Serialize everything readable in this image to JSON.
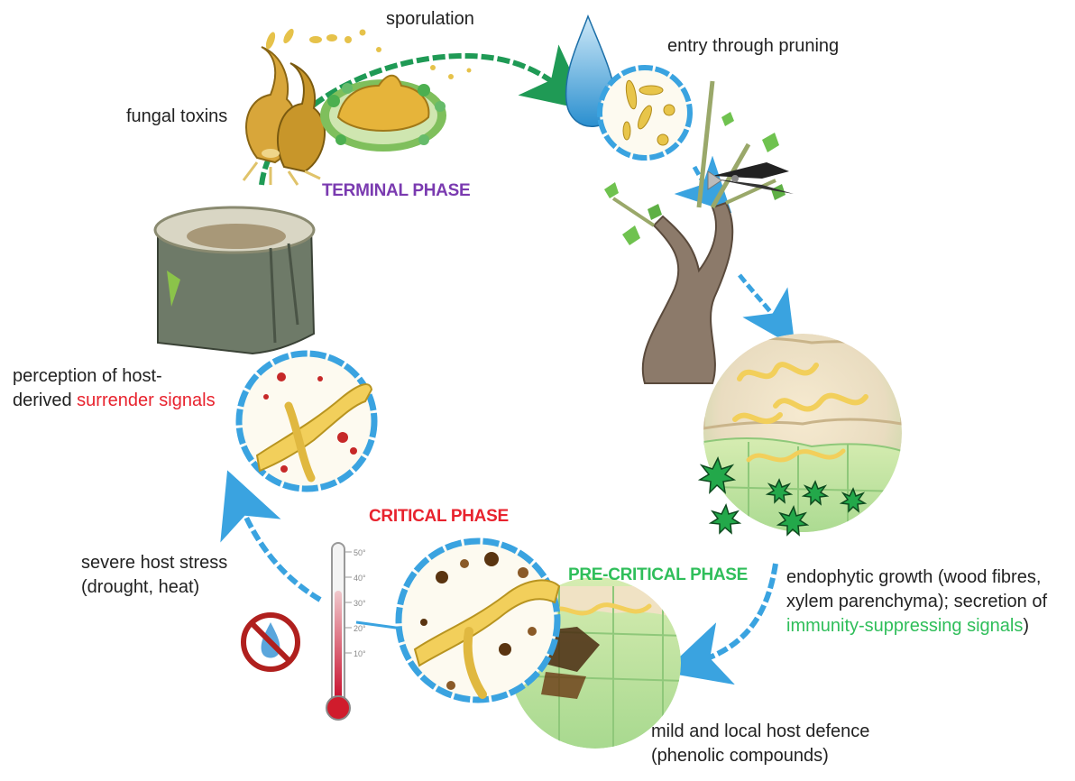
{
  "labels": {
    "sporulation": "sporulation",
    "entry": "entry through pruning",
    "toxins": "fungal toxins",
    "perception_line1": "perception of host-",
    "perception_line2_prefix": "derived ",
    "perception_highlight": "surrender signals",
    "stress_line1": "severe host stress",
    "stress_line2": "(drought, heat)",
    "endo_line1": "endophytic growth (wood fibres,",
    "endo_line2": "xylem parenchyma); secretion of",
    "endo_highlight": "immunity-suppressing signals",
    "endo_suffix": ")",
    "defence_line1": "mild and local host defence",
    "defence_line2": "(phenolic compounds)"
  },
  "phases": {
    "terminal": "TERMINAL PHASE",
    "critical": "CRITICAL PHASE",
    "precritical": "PRE-CRITICAL PHASE"
  },
  "thermometer": {
    "ticks": [
      "50°",
      "40°",
      "30°",
      "20°",
      "10°"
    ]
  },
  "colors": {
    "arrow_blue": "#3aa3e0",
    "arrow_green": "#1f9a55",
    "terminal": "#7a3ab0",
    "critical": "#e8232e",
    "precritical": "#2fbe5a",
    "hyphae": "#f2cf5b"
  }
}
